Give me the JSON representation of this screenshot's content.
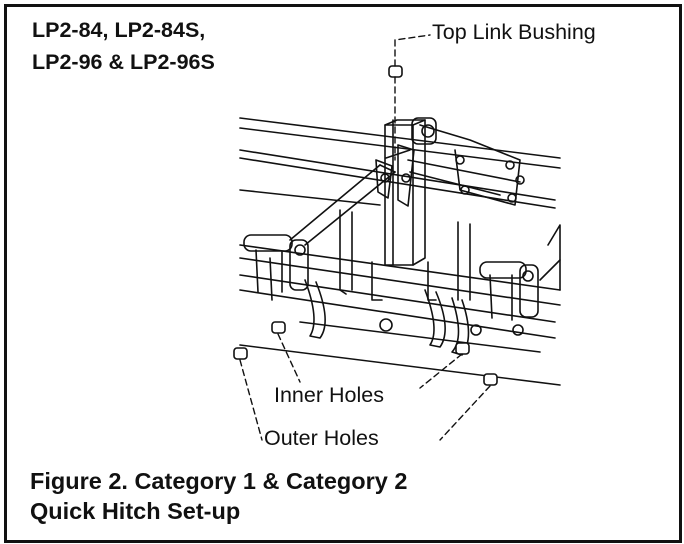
{
  "figure": {
    "model_lines": [
      "LP2-84, LP2-84S,",
      "LP2-96 & LP2-96S"
    ],
    "labels": {
      "top_link_bushing": "Top Link Bushing",
      "inner_holes": "Inner Holes",
      "outer_holes": "Outer Holes"
    },
    "caption_lines": [
      "Figure 2. Category 1 & Category 2",
      "Quick Hitch Set-up"
    ]
  }
}
